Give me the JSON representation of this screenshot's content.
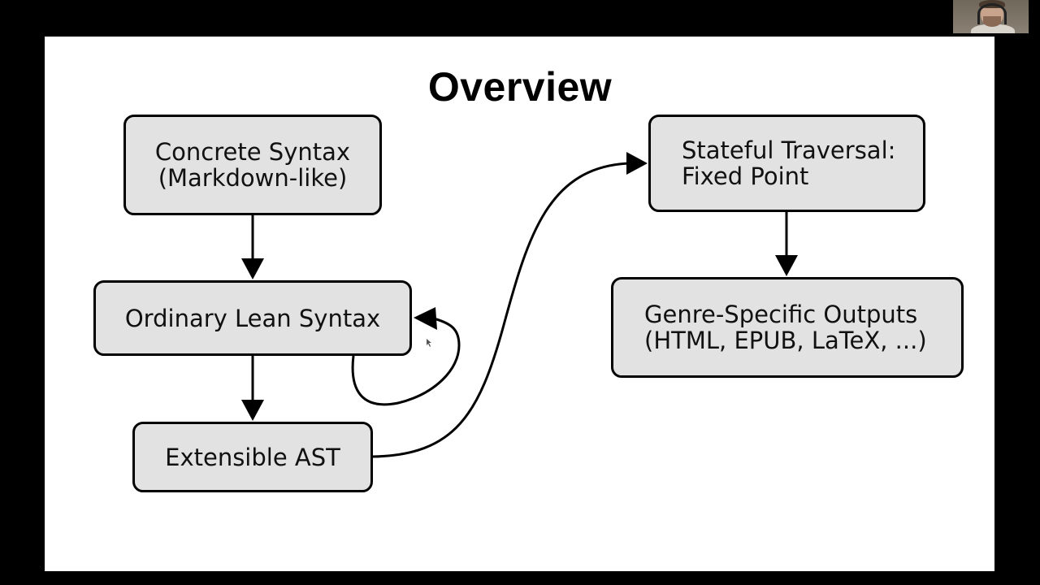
{
  "slide": {
    "title": "Overview"
  },
  "nodes": {
    "concrete": {
      "line1": "Concrete Syntax",
      "line2": "(Markdown-like)"
    },
    "ordinary": {
      "line1": "Ordinary Lean Syntax"
    },
    "ast": {
      "line1": "Extensible AST"
    },
    "stateful": {
      "line1": "Stateful Traversal:",
      "line2": "Fixed Point"
    },
    "genre": {
      "line1": "Genre-Specific Outputs",
      "line2": "(HTML, EPUB, LaTeX, ...)"
    }
  },
  "edges": [
    {
      "from": "Concrete Syntax",
      "to": "Ordinary Lean Syntax"
    },
    {
      "from": "Ordinary Lean Syntax",
      "to": "Ordinary Lean Syntax"
    },
    {
      "from": "Ordinary Lean Syntax",
      "to": "Extensible AST"
    },
    {
      "from": "Extensible AST",
      "to": "Stateful Traversal"
    },
    {
      "from": "Stateful Traversal",
      "to": "Genre-Specific Outputs"
    }
  ],
  "colors": {
    "node_fill": "#e2e2e2",
    "node_border": "#000000",
    "background": "#000000",
    "slide": "#ffffff"
  },
  "webcam": {
    "icon": "person-video-thumbnail"
  }
}
